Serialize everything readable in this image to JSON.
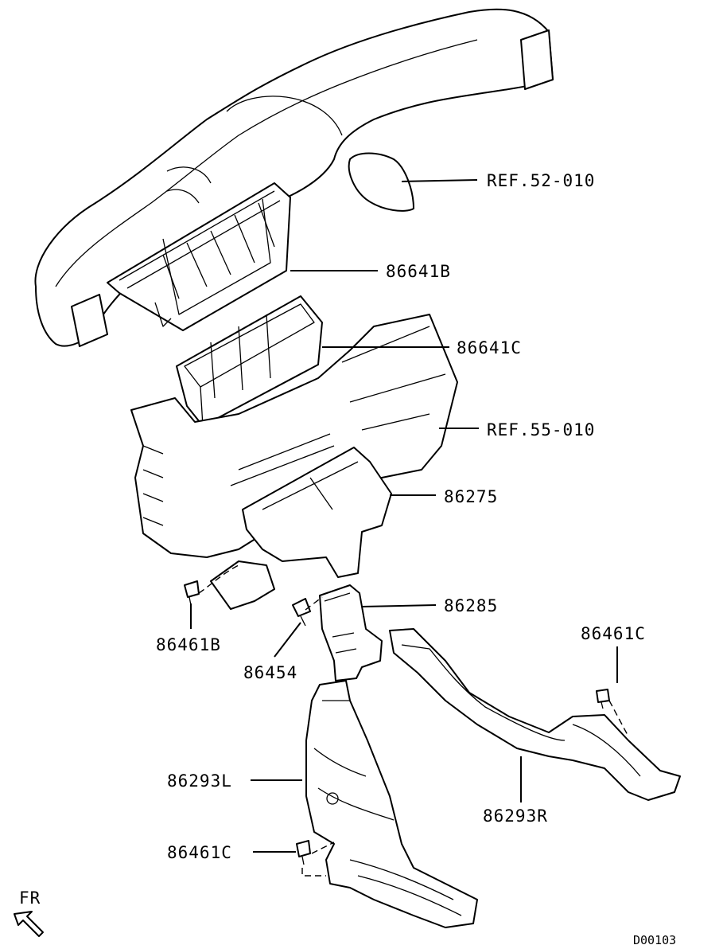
{
  "callouts": [
    {
      "id": "ref_52_010",
      "text": "REF.52-010"
    },
    {
      "id": "p86641b",
      "text": "86641B"
    },
    {
      "id": "p86641c",
      "text": "86641C"
    },
    {
      "id": "ref_55_010",
      "text": "REF.55-010"
    },
    {
      "id": "p86275",
      "text": "86275"
    },
    {
      "id": "p86285",
      "text": "86285"
    },
    {
      "id": "p86461c_top",
      "text": "86461C"
    },
    {
      "id": "p86461b",
      "text": "86461B"
    },
    {
      "id": "p86454",
      "text": "86454"
    },
    {
      "id": "p86293l",
      "text": "86293L"
    },
    {
      "id": "p86293r",
      "text": "86293R"
    },
    {
      "id": "p86461c_bottom",
      "text": "86461C"
    }
  ],
  "orientation": {
    "label": "FR"
  },
  "drawing_code": "D00103"
}
